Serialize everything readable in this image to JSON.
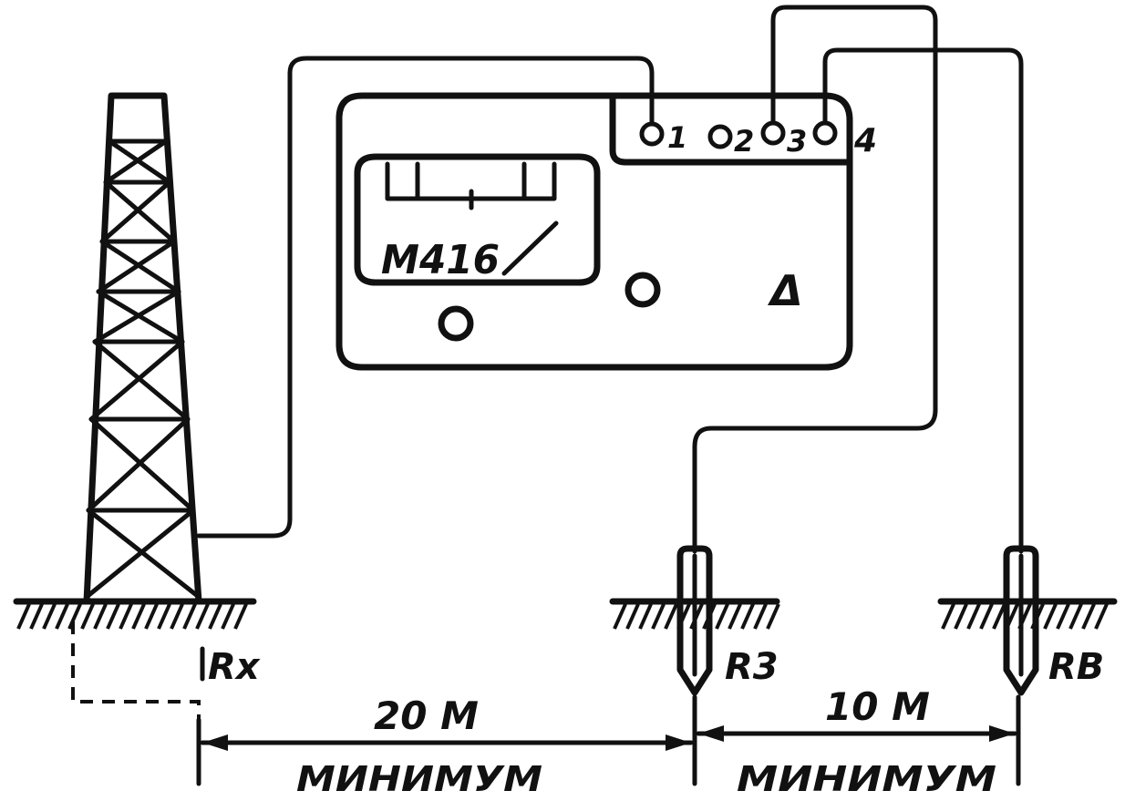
{
  "device": {
    "model": "M416",
    "terminals": [
      "1",
      "2",
      "3",
      "4"
    ],
    "button_symbol": "Δ"
  },
  "labels": {
    "rx": "Rx",
    "r3": "R3",
    "rb": "RB"
  },
  "distances": [
    {
      "value": "20 M",
      "note": "МИНИМУМ"
    },
    {
      "value": "10 M",
      "note": "МИНИМУМ"
    }
  ],
  "colors": {
    "ink": "#111111",
    "paper": "#ffffff"
  }
}
